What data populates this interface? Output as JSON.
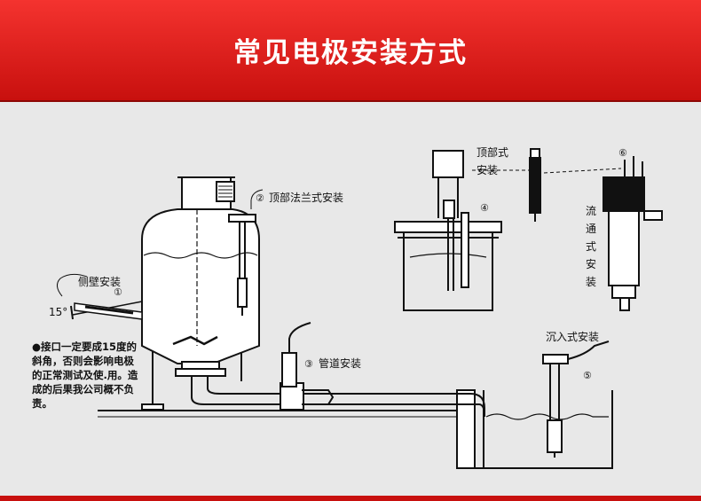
{
  "banner": {
    "title": "常见电极安装方式"
  },
  "labels": {
    "top_flange": "顶部法兰式安装",
    "side_wall": "侧壁安装",
    "angle": "15°",
    "pipe": "管道安装",
    "top_mount_line1": "顶部式",
    "top_mount_line2": "安装",
    "flow_through": "流通式安装",
    "flow_chars": [
      "流",
      "通",
      "式",
      "安",
      "装"
    ],
    "immersion": "沉入式安装"
  },
  "markers": [
    "①",
    "②",
    "③",
    "④",
    "⑤",
    "⑥"
  ],
  "note": "●接口一定要成15度的斜角，否则会影响电极的正常测试及使.用。造成的后果我公司概不负责。"
}
